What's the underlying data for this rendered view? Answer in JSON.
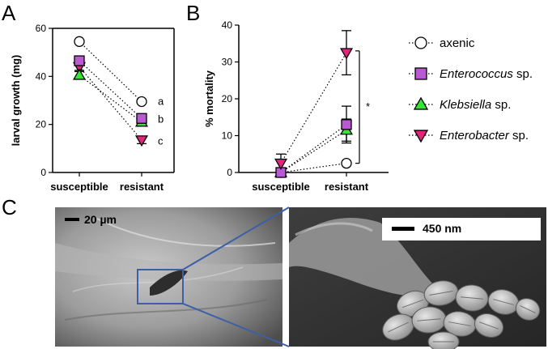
{
  "panels": {
    "a": "A",
    "b": "B",
    "c": "C"
  },
  "legend": [
    {
      "name": "axenic",
      "italic": "",
      "suffix": "",
      "marker": "circle",
      "fill": "#ffffff"
    },
    {
      "name": "",
      "italic": "Enterococcus",
      "suffix": " sp.",
      "marker": "square",
      "fill": "#b95ad2"
    },
    {
      "name": "",
      "italic": "Klebsiella",
      "suffix": " sp.",
      "marker": "triangle-up",
      "fill": "#33e633"
    },
    {
      "name": "",
      "italic": "Enterobacter",
      "suffix": " sp.",
      "marker": "triangle-down",
      "fill": "#e0267a"
    }
  ],
  "chart_data": [
    {
      "panel": "A",
      "type": "scatter",
      "categories": [
        "susceptible",
        "resistant"
      ],
      "ylabel": "larval growth (mg)",
      "ylim": [
        0,
        60
      ],
      "yticks": [
        0,
        20,
        40,
        60
      ],
      "series": [
        {
          "name": "axenic",
          "values": [
            54.5,
            29.5
          ],
          "err": [
            0,
            0
          ]
        },
        {
          "name": "Enterococcus sp.",
          "values": [
            46.5,
            22.5
          ],
          "err": [
            1.5,
            1.5
          ]
        },
        {
          "name": "Klebsiella sp.",
          "values": [
            40.5,
            21.0
          ],
          "err": [
            1.5,
            1.0
          ]
        },
        {
          "name": "Enterobacter sp.",
          "values": [
            44.0,
            13.5
          ],
          "err": [
            1.5,
            1.5
          ]
        }
      ],
      "annotations": [
        {
          "text": "a",
          "y": 29.5
        },
        {
          "text": "b",
          "y": 22.0
        },
        {
          "text": "c",
          "y": 13.0
        }
      ]
    },
    {
      "panel": "B",
      "type": "scatter",
      "categories": [
        "susceptible",
        "resistant"
      ],
      "ylabel": "% mortality",
      "ylim": [
        0,
        40
      ],
      "yticks": [
        0,
        10,
        20,
        30,
        40
      ],
      "series": [
        {
          "name": "axenic",
          "values": [
            0,
            2.5
          ],
          "err": [
            0,
            0
          ]
        },
        {
          "name": "Enterococcus sp.",
          "values": [
            0,
            13.0
          ],
          "err": [
            0,
            5.0
          ]
        },
        {
          "name": "Klebsiella sp.",
          "values": [
            0,
            11.5
          ],
          "err": [
            0,
            3.0
          ]
        },
        {
          "name": "Enterobacter sp.",
          "values": [
            2.5,
            32.5
          ],
          "err": [
            2.5,
            6.0
          ]
        }
      ],
      "significance": {
        "text": "*",
        "y_low": 2.5,
        "y_high": 33.0
      }
    }
  ],
  "micrographs": {
    "left_scale": "20 µm",
    "right_scale": "450 nm"
  }
}
